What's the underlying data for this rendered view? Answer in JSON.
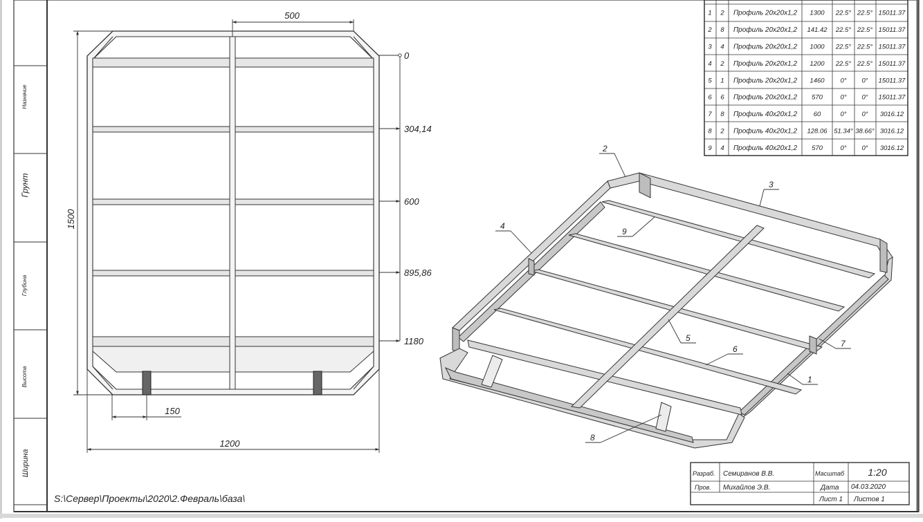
{
  "side_labels": [
    "Назначие",
    "Грунт",
    "Глубина",
    "Высота",
    "Ширина"
  ],
  "plan": {
    "dim_top": "500",
    "dim_left": "1500",
    "dim_bottom": "1200",
    "dim_leg": "150",
    "marks": [
      "0",
      "304,14",
      "600",
      "895,86",
      "1180"
    ]
  },
  "parts_table": {
    "rows": [
      [
        "1",
        "2",
        "Профиль 20х20х1,2",
        "1300",
        "22.5°",
        "22.5°",
        "15011.37"
      ],
      [
        "2",
        "8",
        "Профиль 20х20х1,2",
        "141.42",
        "22.5°",
        "22.5°",
        "15011.37"
      ],
      [
        "3",
        "4",
        "Профиль 20х20х1,2",
        "1000",
        "22.5°",
        "22.5°",
        "15011.37"
      ],
      [
        "4",
        "2",
        "Профиль 20х20х1,2",
        "1200",
        "22.5°",
        "22.5°",
        "15011.37"
      ],
      [
        "5",
        "1",
        "Профиль 20х20х1,2",
        "1460",
        "0°",
        "0°",
        "15011.37"
      ],
      [
        "6",
        "6",
        "Профиль 20х20х1,2",
        "570",
        "0°",
        "0°",
        "15011.37"
      ],
      [
        "7",
        "8",
        "Профиль 40х20х1,2",
        "60",
        "0°",
        "0°",
        "3016.12"
      ],
      [
        "8",
        "2",
        "Профиль 40х20х1,2",
        "128.06",
        "51.34°",
        "38.66°",
        "3016.12"
      ],
      [
        "9",
        "4",
        "Профиль 40х20х1,2",
        "570",
        "0°",
        "0°",
        "3016.12"
      ]
    ]
  },
  "callouts": [
    "1",
    "2",
    "3",
    "4",
    "5",
    "6",
    "7",
    "8",
    "9"
  ],
  "title_block": {
    "developer_label": "Разраб.",
    "developer_name": "Семиранов В.В.",
    "checker_label": "Пров.",
    "checker_name": "Михайлов Э.В.",
    "scale_label": "Масштаб",
    "scale_value": "1:20",
    "date_label": "Дата",
    "date_value": "04.03.2020",
    "sheet_label": "Лист 1",
    "sheets_label": "Листов 1"
  },
  "file_path": "S:\\Сервер\\Проекты\\2020\\2.Февраль\\база\\"
}
